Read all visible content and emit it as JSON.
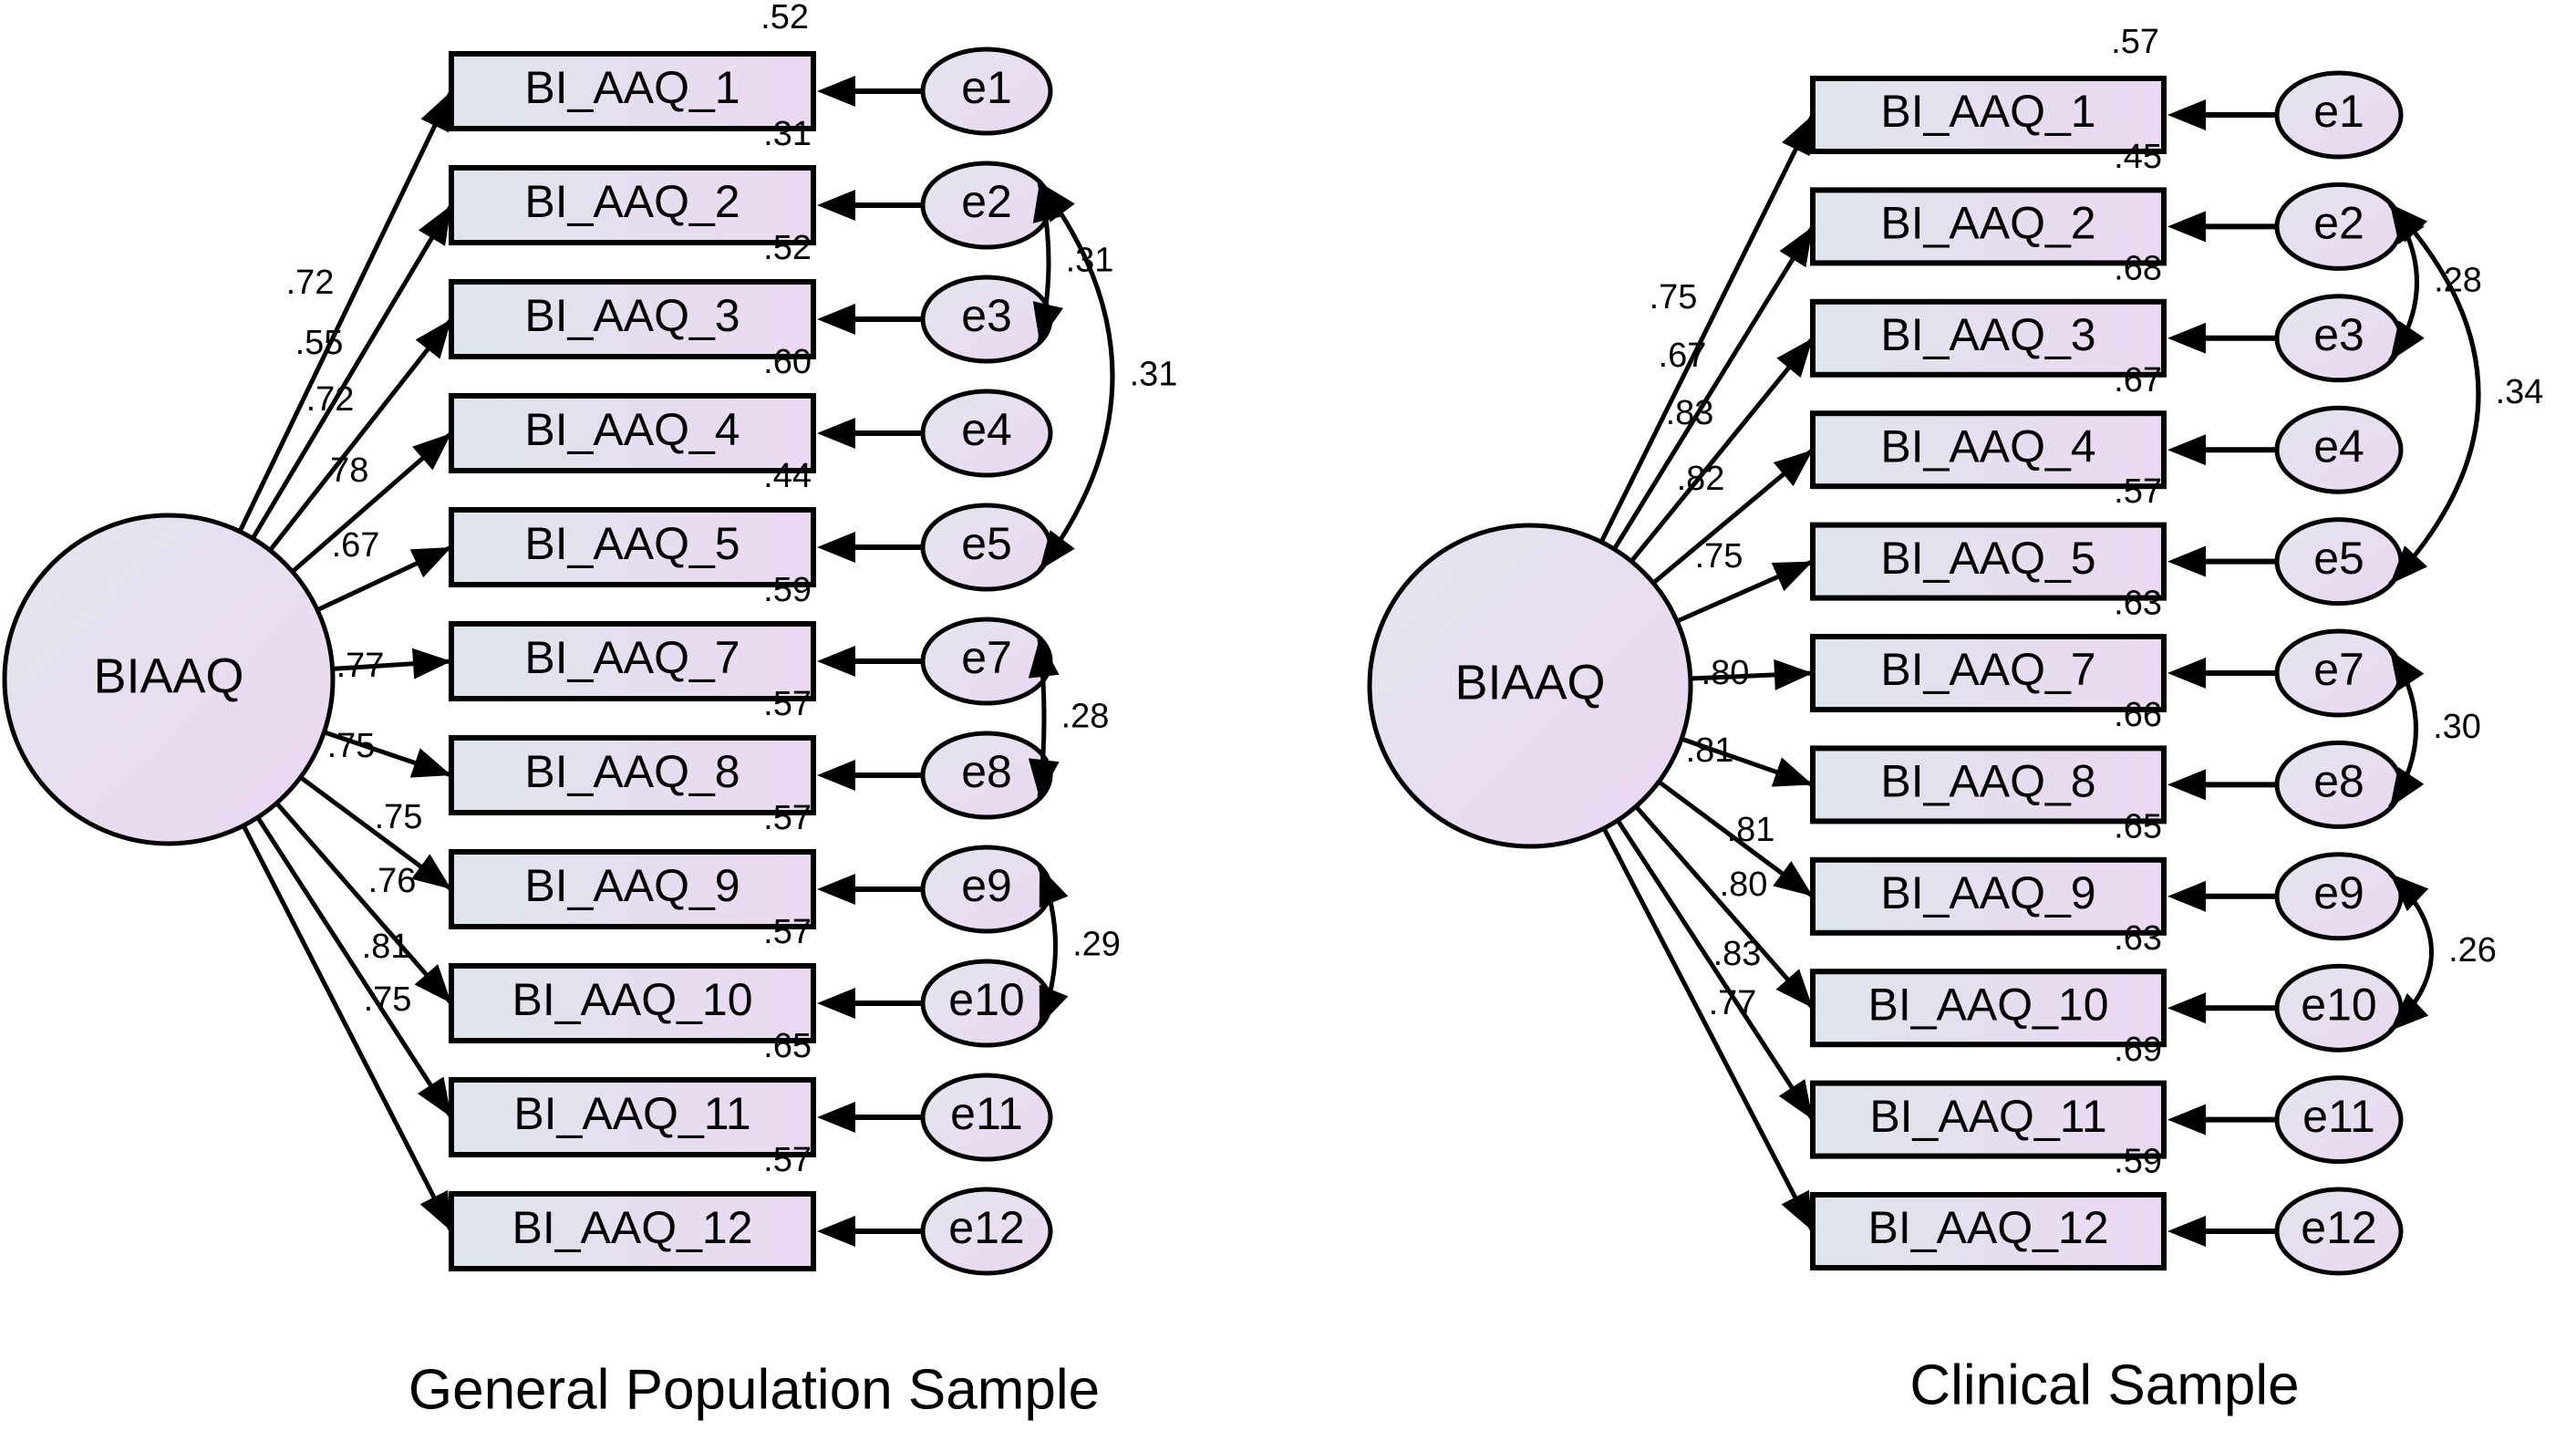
{
  "figure": {
    "panels": [
      {
        "id": "general",
        "caption": "General Population Sample",
        "latent": "BIAAQ",
        "items": [
          {
            "label": "BI_AAQ_1",
            "error": "e1",
            "loading": ".72",
            "r2": ".52"
          },
          {
            "label": "BI_AAQ_2",
            "error": "e2",
            "loading": ".55",
            "r2": ".31"
          },
          {
            "label": "BI_AAQ_3",
            "error": "e3",
            "loading": ".72",
            "r2": ".52"
          },
          {
            "label": "BI_AAQ_4",
            "error": "e4",
            "loading": ".78",
            "r2": ".60"
          },
          {
            "label": "BI_AAQ_5",
            "error": "e5",
            "loading": ".67",
            "r2": ".44"
          },
          {
            "label": "BI_AAQ_7",
            "error": "e7",
            "loading": ".77",
            "r2": ".59"
          },
          {
            "label": "BI_AAQ_8",
            "error": "e8",
            "loading": ".75",
            "r2": ".57"
          },
          {
            "label": "BI_AAQ_9",
            "error": "e9",
            "loading": ".75",
            "r2": ".57"
          },
          {
            "label": "BI_AAQ_10",
            "error": "e10",
            "loading": ".76",
            "r2": ".57"
          },
          {
            "label": "BI_AAQ_11",
            "error": "e11",
            "loading": ".81",
            "r2": ".65"
          },
          {
            "label": "BI_AAQ_12",
            "error": "e12",
            "loading": ".75",
            "r2": ".57"
          }
        ],
        "covariances": [
          {
            "from": "e2",
            "to": "e3",
            "value": ".31"
          },
          {
            "from": "e2",
            "to": "e5",
            "value": ".31"
          },
          {
            "from": "e7",
            "to": "e8",
            "value": ".28"
          },
          {
            "from": "e9",
            "to": "e10",
            "value": ".29"
          }
        ]
      },
      {
        "id": "clinical",
        "caption": "Clinical Sample",
        "latent": "BIAAQ",
        "items": [
          {
            "label": "BI_AAQ_1",
            "error": "e1",
            "loading": ".75",
            "r2": ".57"
          },
          {
            "label": "BI_AAQ_2",
            "error": "e2",
            "loading": ".67",
            "r2": ".45"
          },
          {
            "label": "BI_AAQ_3",
            "error": "e3",
            "loading": ".83",
            "r2": ".68"
          },
          {
            "label": "BI_AAQ_4",
            "error": "e4",
            "loading": ".82",
            "r2": ".67"
          },
          {
            "label": "BI_AAQ_5",
            "error": "e5",
            "loading": ".75",
            "r2": ".57"
          },
          {
            "label": "BI_AAQ_7",
            "error": "e7",
            "loading": ".80",
            "r2": ".63"
          },
          {
            "label": "BI_AAQ_8",
            "error": "e8",
            "loading": ".81",
            "r2": ".66"
          },
          {
            "label": "BI_AAQ_9",
            "error": "e9",
            "loading": ".81",
            "r2": ".65"
          },
          {
            "label": "BI_AAQ_10",
            "error": "e10",
            "loading": ".80",
            "r2": ".63"
          },
          {
            "label": "BI_AAQ_11",
            "error": "e11",
            "loading": ".83",
            "r2": ".69"
          },
          {
            "label": "BI_AAQ_12",
            "error": "e12",
            "loading": ".77",
            "r2": ".59"
          }
        ],
        "covariances": [
          {
            "from": "e2",
            "to": "e3",
            "value": ".28"
          },
          {
            "from": "e2",
            "to": "e5",
            "value": ".34"
          },
          {
            "from": "e7",
            "to": "e8",
            "value": ".30"
          },
          {
            "from": "e9",
            "to": "e10",
            "value": ".26"
          }
        ]
      }
    ]
  }
}
